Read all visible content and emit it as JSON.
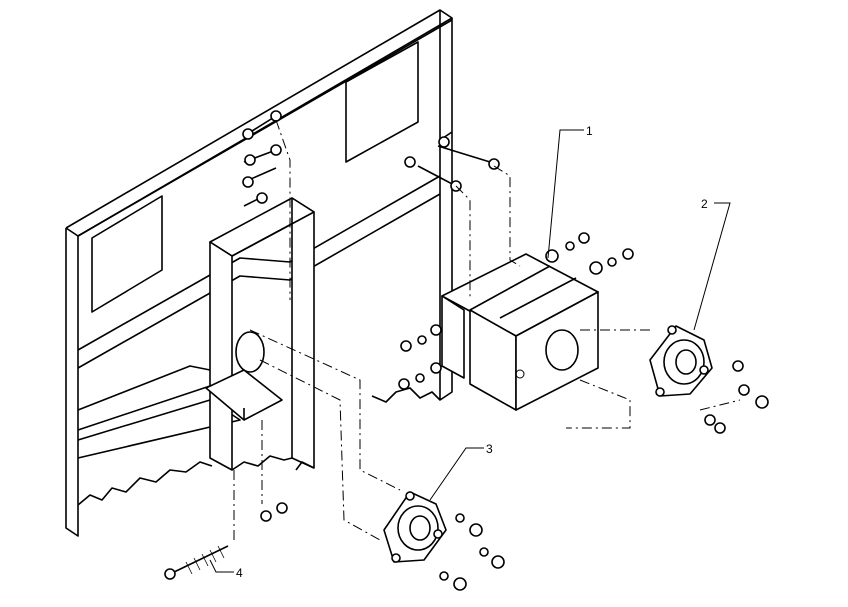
{
  "callouts": [
    {
      "id": "1",
      "label": "1"
    },
    {
      "id": "2",
      "label": "2"
    },
    {
      "id": "3",
      "label": "3"
    },
    {
      "id": "4",
      "label": "4"
    }
  ],
  "icons": {
    "frame": "frame-panel-icon",
    "bracket": "bracket-icon",
    "bearing": "flange-bearing-icon",
    "bolt": "bolt-icon",
    "nut": "nut-icon"
  }
}
